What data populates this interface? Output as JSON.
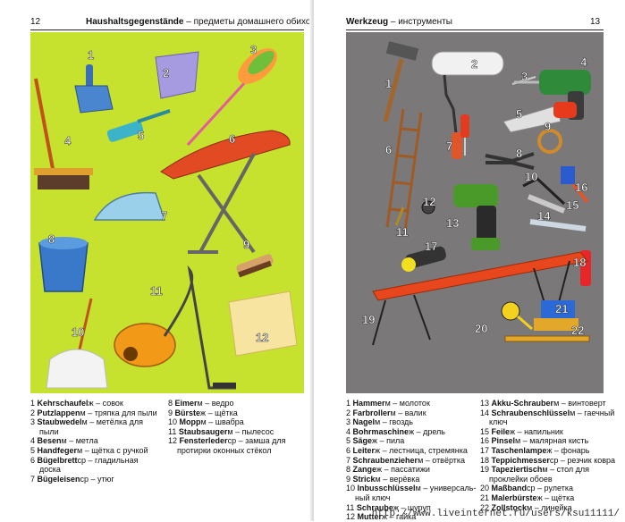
{
  "left_page": {
    "page_number": "12",
    "title_de": "Haushaltsgegenstände",
    "title_sep": " – ",
    "title_ru": "предметы домашнего обихода",
    "background_color": "#c7e12f",
    "legend_col1": [
      {
        "n": "1",
        "word": "Kehrschaufel",
        "rest": " ж – совок"
      },
      {
        "n": "2",
        "word": "Putzlappen",
        "rest": " м – тряпка для пыли"
      },
      {
        "n": "3",
        "word": "Staubwedel",
        "rest": " м – метёлка для",
        "cont": "пыли"
      },
      {
        "n": "4",
        "word": "Besen",
        "rest": " м – метла"
      },
      {
        "n": "5",
        "word": "Handfeger",
        "rest": " м – щётка с ручкой"
      },
      {
        "n": "6",
        "word": "Bügelbrett",
        "rest": " ср – гладильная",
        "cont": "доска"
      },
      {
        "n": "7",
        "word": "Bügeleisen",
        "rest": " ср – утюг"
      }
    ],
    "legend_col2": [
      {
        "n": "8",
        "word": "Eimer",
        "rest": " м – ведро"
      },
      {
        "n": "9",
        "word": "Bürste",
        "rest": " ж – щётка"
      },
      {
        "n": "10",
        "word": "Mopp",
        "rest": " м – швабра"
      },
      {
        "n": "11",
        "word": "Staubsauger",
        "rest": " м – пылесос"
      },
      {
        "n": "12",
        "word": "Fensterleder",
        "rest": " ср – замша для",
        "cont": "протирки оконных стёкол"
      }
    ],
    "labels": [
      "1",
      "2",
      "3",
      "4",
      "5",
      "6",
      "7",
      "8",
      "9",
      "10",
      "11",
      "12"
    ]
  },
  "right_page": {
    "page_number": "13",
    "title_de": "Werkzeug",
    "title_sep": " – ",
    "title_ru": "инструменты",
    "background_color": "#7a7878",
    "legend_col1": [
      {
        "n": "1",
        "word": "Hammer",
        "rest": " м – молоток"
      },
      {
        "n": "2",
        "word": "Farbroller",
        "rest": " м – валик"
      },
      {
        "n": "3",
        "word": "Nagel",
        "rest": " м – гвоздь"
      },
      {
        "n": "4",
        "word": "Bohrmaschine",
        "rest": " ж – дрель"
      },
      {
        "n": "5",
        "word": "Säge",
        "rest": " ж – пила"
      },
      {
        "n": "6",
        "word": "Leiter",
        "rest": " ж – лестница, стремянка"
      },
      {
        "n": "7",
        "word": "Schraubenzieher",
        "rest": " м – отвёртка"
      },
      {
        "n": "8",
        "word": "Zange",
        "rest": " ж – пассатижи"
      },
      {
        "n": "9",
        "word": "Strick",
        "rest": " м – верёвка"
      },
      {
        "n": "10",
        "word": "Inbusschlüssel",
        "rest": " м – универсаль-",
        "cont": "ный ключ"
      },
      {
        "n": "11",
        "word": "Schraube",
        "rest": " ж – шуруп"
      },
      {
        "n": "12",
        "word": "Mutter",
        "rest": " ж – гайка"
      }
    ],
    "legend_col2": [
      {
        "n": "13",
        "word": "Akku-Schrauber",
        "rest": " м – винтоверт"
      },
      {
        "n": "14",
        "word": "Schraubenschlüssel",
        "rest": " м – гаечный",
        "cont": "ключ"
      },
      {
        "n": "15",
        "word": "Feile",
        "rest": " ж – напильник"
      },
      {
        "n": "16",
        "word": "Pinsel",
        "rest": " м – малярная кисть"
      },
      {
        "n": "17",
        "word": "Taschenlampe",
        "rest": " ж – фонарь"
      },
      {
        "n": "18",
        "word": "Teppichmesser",
        "rest": " ср – резчик ковра"
      },
      {
        "n": "19",
        "word": "Tapeziertisch",
        "rest": " м – стол для",
        "cont": "проклейки обоев"
      },
      {
        "n": "20",
        "word": "Maßband",
        "rest": " ср – рулетка"
      },
      {
        "n": "21",
        "word": "Malerbürste",
        "rest": " ж – щётка"
      },
      {
        "n": "22",
        "word": "Zollstock",
        "rest": " м – линейка"
      }
    ],
    "labels": [
      "1",
      "2",
      "3",
      "4",
      "5",
      "6",
      "7",
      "8",
      "9",
      "10",
      "11",
      "12",
      "13",
      "14",
      "15",
      "16",
      "17",
      "18",
      "19",
      "20",
      "21",
      "22"
    ]
  },
  "watermark": "http://www.liveinternet.ru/users/ksu11111/"
}
